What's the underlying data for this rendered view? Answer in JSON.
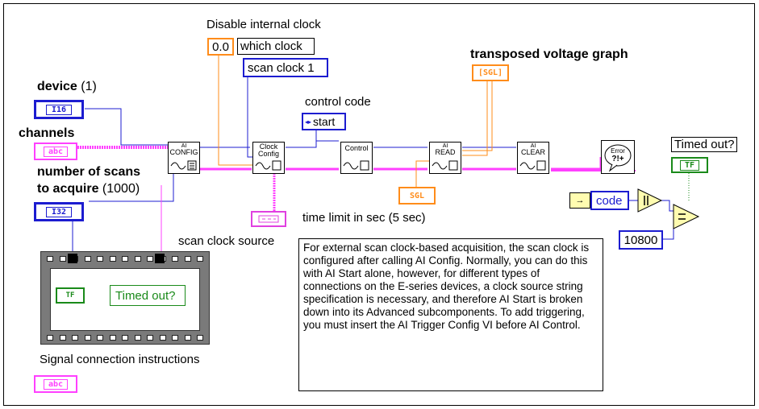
{
  "labels": {
    "disable_internal_clock": "Disable internal clock",
    "which_clock": "which clock",
    "scan_clock_value": "scan clock 1",
    "zero_value": "0.0",
    "device": "device",
    "device_default": "(1)",
    "channels": "channels",
    "number_of_scans_line1": "number of scans",
    "number_of_scans_line2": "to acquire",
    "number_of_scans_default": "(1000)",
    "control_code": "control code",
    "control_start": "start",
    "transposed_voltage_graph": "transposed voltage graph",
    "time_limit": "time limit in sec (5 sec)",
    "scan_clock_source": "scan clock source",
    "signal_connection": "Signal connection instructions",
    "timed_out": "Timed out?",
    "code": "code",
    "code_constant": "10800"
  },
  "terminals": {
    "i16": "I16",
    "i32": "I32",
    "abc": "abc",
    "sgl": "[SGL]",
    "sgl_out": "SGL",
    "tf": "TF"
  },
  "vis": {
    "ai_config": [
      "AI",
      "CONFIG"
    ],
    "clock_config": [
      "Clock",
      "Config"
    ],
    "control": [
      "",
      "Control"
    ],
    "ai_read": [
      "AI",
      "READ"
    ],
    "ai_clear": [
      "AI",
      "CLEAR"
    ],
    "error": [
      "Error",
      "?!+"
    ]
  },
  "note": "For external scan clock-based acquisition, the scan clock is configured after calling AI Config.  Normally, you can do this with AI Start alone, however, for different types of connections on the E-series devices, a clock source string specification is necessary, and therefore AI Start is broken down into its Advanced subcomponents. To add triggering, you must insert the AI Trigger Config VI before AI Control.",
  "colors": {
    "i16_blue": "#1c1cd0",
    "string_pink": "#ff40ff",
    "dbl_orange": "#ff8c1a",
    "bool_green": "#1a8a1a",
    "cluster_pink": "#e040e0",
    "frame_gray": "#7a7a7a"
  }
}
